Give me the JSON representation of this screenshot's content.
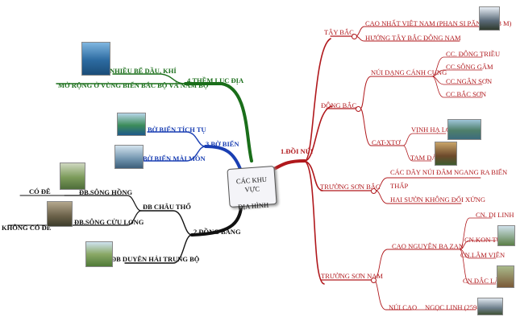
{
  "center": {
    "line1": "CÁC KHU VỰC",
    "line2": "ĐỊA HÌNH"
  },
  "branches": {
    "doi_nui": {
      "label": "1.ĐỒI NÚI",
      "tay_bac": {
        "label": "TÂY BẮC",
        "items": [
          "CAO NHẤT VIỆT NAM (PHAN SI PĂNG 3143 M)",
          "HƯỚNG TÂY BẮC ĐÔNG NAM"
        ]
      },
      "dong_bac": {
        "label": "ĐÔNG BẮC",
        "nui_dang": "NÚI DẠNG CÁNH CUNG",
        "cung": [
          "CC. ĐÔNG TRIỀU",
          "CC.SÔNG GÂM",
          "CC.NGÂN SƠN",
          "CC.BẮC SƠN"
        ],
        "cat_xtu": "CAT-XTƠ",
        "cat_items": [
          "VỊNH HẠ LONG",
          "TAM ĐẢO"
        ]
      },
      "truong_son_bac": {
        "label": "TRƯỜNG SƠN BẮC",
        "items_line1": "CÁC DÃY NÚI ĐÂM NGANG RA BIỂN",
        "items_line2": "THẤP",
        "items_line3": "HAI SƯỜN KHÔNG ĐỐI XỨNG"
      },
      "truong_son_nam": {
        "label": "TRƯỜNG SƠN NAM",
        "cao_nguyen": "CAO NGUYÊN BA ZAN",
        "cn": [
          "CN. DI LINH",
          "CN.KON TUM",
          "CN.LÂM VIÊN",
          "CN.ĐẮC LẮC"
        ],
        "nui_cao": "NÚI CAO",
        "ngoc_linh": "NGỌC LINH (2598 M)"
      }
    },
    "dong_bang": {
      "label": "2.ĐỒNG BẰNG",
      "chau_tho": "ĐB CHÂU THỔ",
      "song_hong": "ĐB.SÔNG HỒNG",
      "song_cuu_long": "ĐB.SÔNG CỬU LONG",
      "co_de": "CÓ ĐÊ",
      "khong_co_de": "KHÔNG CÓ ĐÊ",
      "duyen_hai": "ĐB DUYÊN HẢI TRUNG BỘ"
    },
    "bo_bien": {
      "label": "3.BỜ BIỂN",
      "tich_tu": "BỜ BIỂN TÍCH TỤ",
      "mai_mon": "BỜ BIỂN MÀI MÒN"
    },
    "them_luc_dia": {
      "label": "4.THỀM LỤC ĐỊA",
      "item1": "NHIỀU BỂ DẦU, KHÍ",
      "item2": "MỞ RỘNG Ở VÙNG BIỂN BẮC BỘ VÀ NAM BỘ"
    }
  },
  "colors": {
    "red": "#b0181c",
    "green": "#1a6e1a",
    "blue": "#1a3fb3",
    "black": "#111111"
  }
}
